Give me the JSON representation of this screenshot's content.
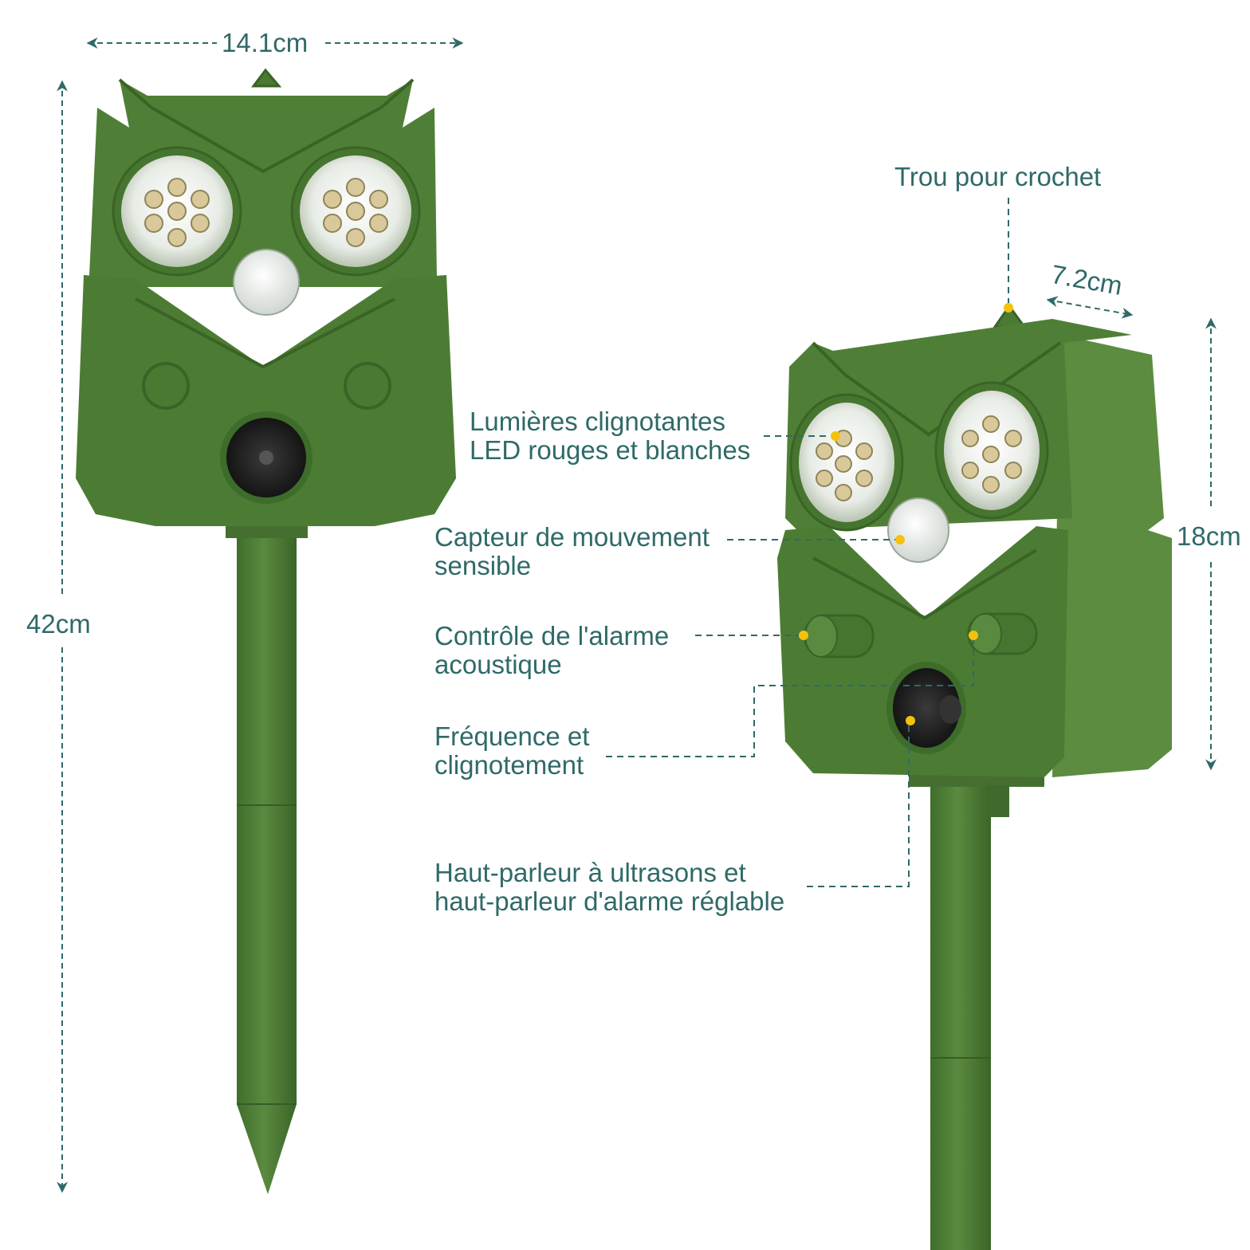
{
  "dimensions": {
    "width_front": "14.1cm",
    "height_total": "42cm",
    "depth_side": "7.2cm",
    "height_body": "18cm"
  },
  "callouts": {
    "hook_hole": "Trou pour crochet",
    "led_line1": "Lumières clignotantes",
    "led_line2": "LED rouges et blanches",
    "sensor_line1": "Capteur de mouvement",
    "sensor_line2": "sensible",
    "control_line1": "Contrôle de l'alarme",
    "control_line2": "acoustique",
    "freq_line1": "Fréquence et",
    "freq_line2": "clignotement",
    "speaker_line1": "Haut-parleur à ultrasons et",
    "speaker_line2": "haut-parleur d'alarme réglable"
  },
  "colors": {
    "body_green": "#4f7f36",
    "body_dark": "#3d6a2a",
    "annotation_teal": "#2f6a68",
    "marker_yellow": "#f4c20d"
  }
}
